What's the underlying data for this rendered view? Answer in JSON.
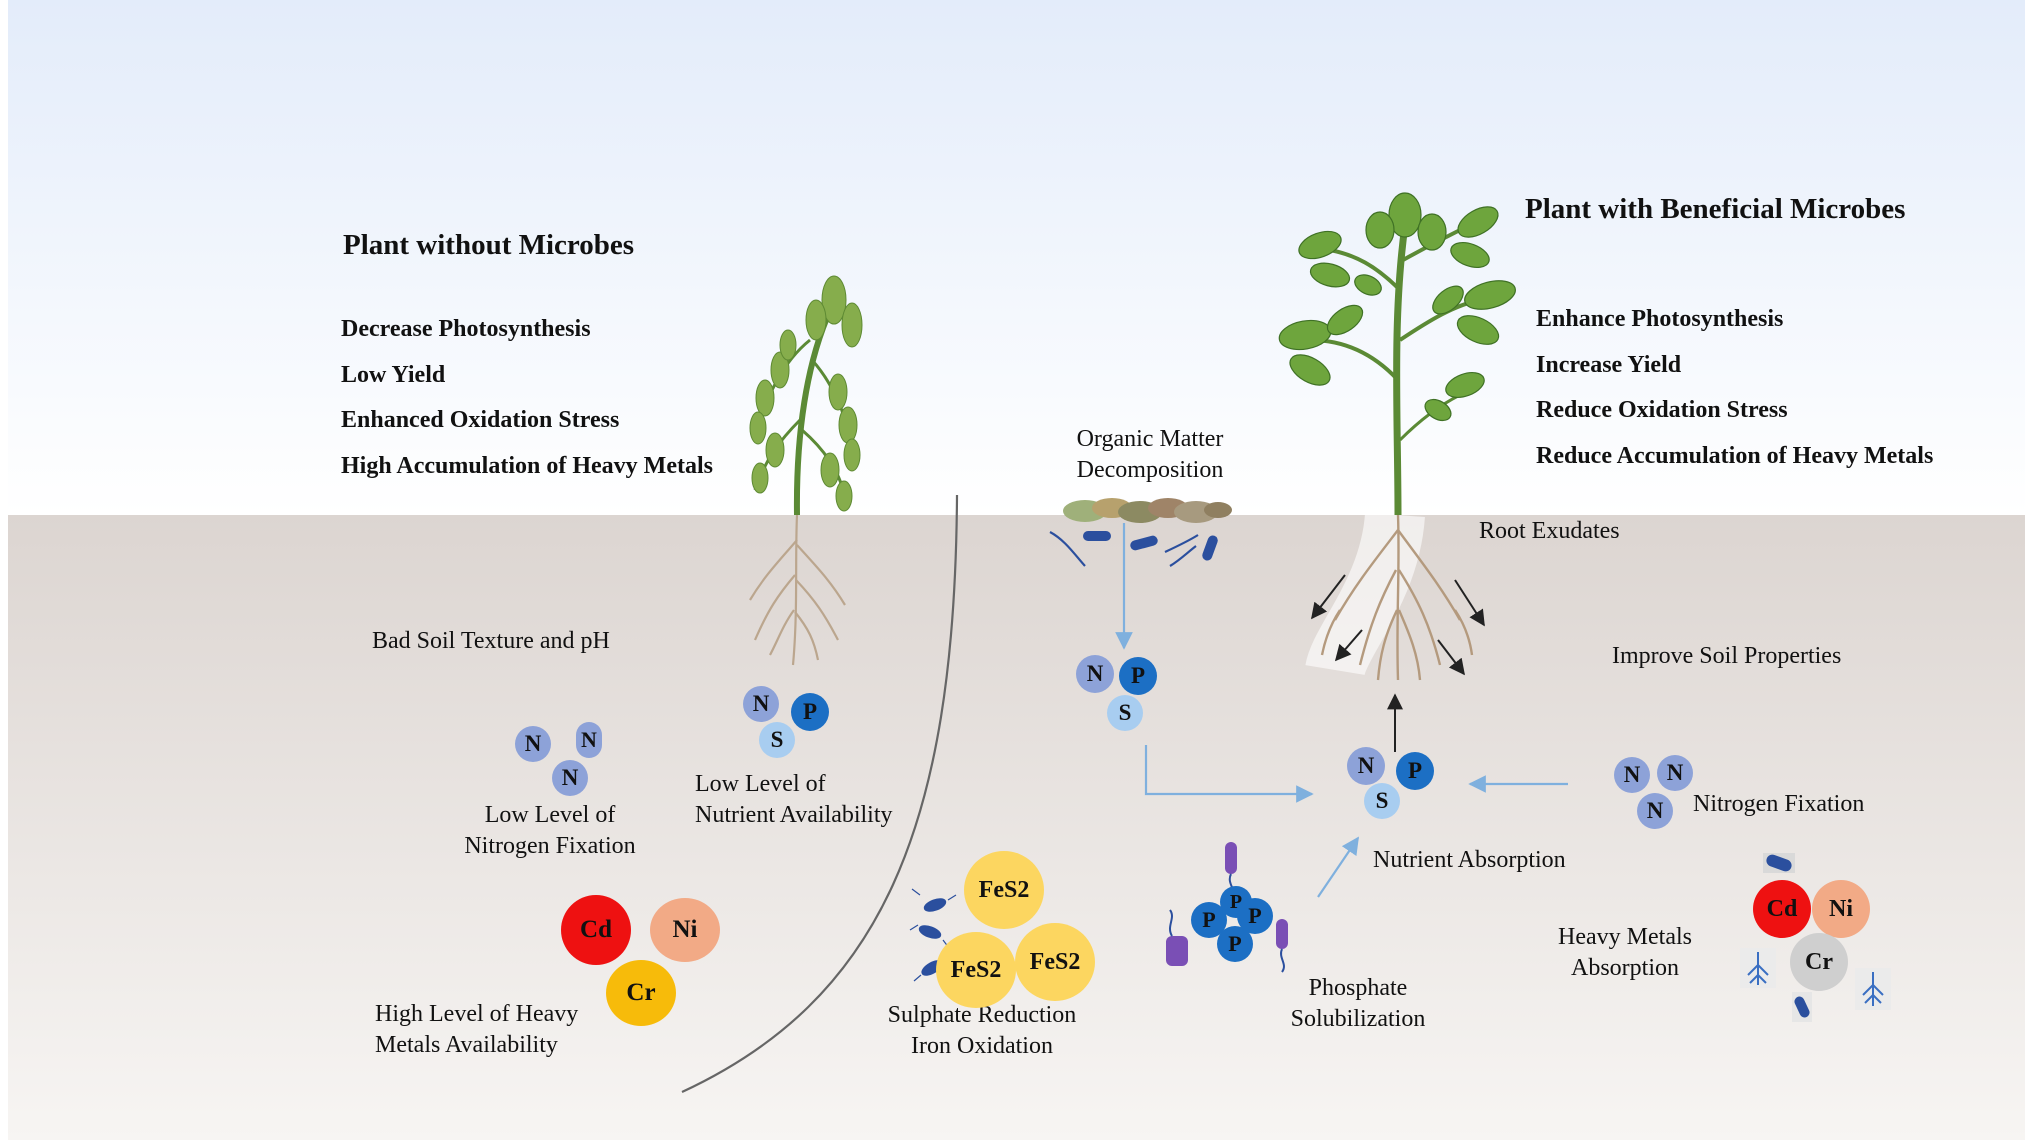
{
  "left": {
    "title": "Plant without Microbes",
    "effects": [
      "Decrease Photosynthesis",
      "Low Yield",
      "Enhanced Oxidation Stress",
      "High Accumulation of Heavy Metals"
    ],
    "soil_texture": "Bad Soil Texture and pH",
    "nitrogen_fixation": [
      "Low Level of",
      "Nitrogen Fixation"
    ],
    "nutrient_availability": [
      "Low Level of",
      "Nutrient Availability"
    ],
    "heavy_metals": [
      "High Level of Heavy",
      "Metals Availability"
    ]
  },
  "right": {
    "title": "Plant with Beneficial Microbes",
    "effects": [
      "Enhance Photosynthesis",
      "Increase Yield",
      "Reduce Oxidation Stress",
      "Reduce Accumulation of Heavy Metals"
    ],
    "organic_matter": [
      "Organic Matter",
      "Decomposition"
    ],
    "root_exudates": "Root Exudates",
    "soil_properties": "Improve Soil Properties",
    "nitrogen_fixation": "Nitrogen Fixation",
    "nutrient_absorption": "Nutrient Absorption",
    "phosphate": [
      "Phosphate",
      "Solubilization"
    ],
    "heavy_metals": [
      "Heavy Metals",
      "Absorption"
    ]
  },
  "middle": {
    "sulphate": [
      "Sulphate Reduction",
      "Iron Oxidation"
    ]
  },
  "atoms": {
    "n": "N",
    "p": "P",
    "s": "S",
    "cd": "Cd",
    "ni": "Ni",
    "cr": "Cr",
    "fes2": "FeS2"
  },
  "colors": {
    "n": "#8da2d8",
    "p": "#1c6fc4",
    "s": "#a8cdf0",
    "cd": "#ee1111",
    "ni": "#f2aa86",
    "cr_left": "#f7bb0a",
    "cr_right": "#cfcfcf",
    "fes2": "#fcd660",
    "arrow": "#7fb0de",
    "microbe": "#2b4f9e"
  }
}
